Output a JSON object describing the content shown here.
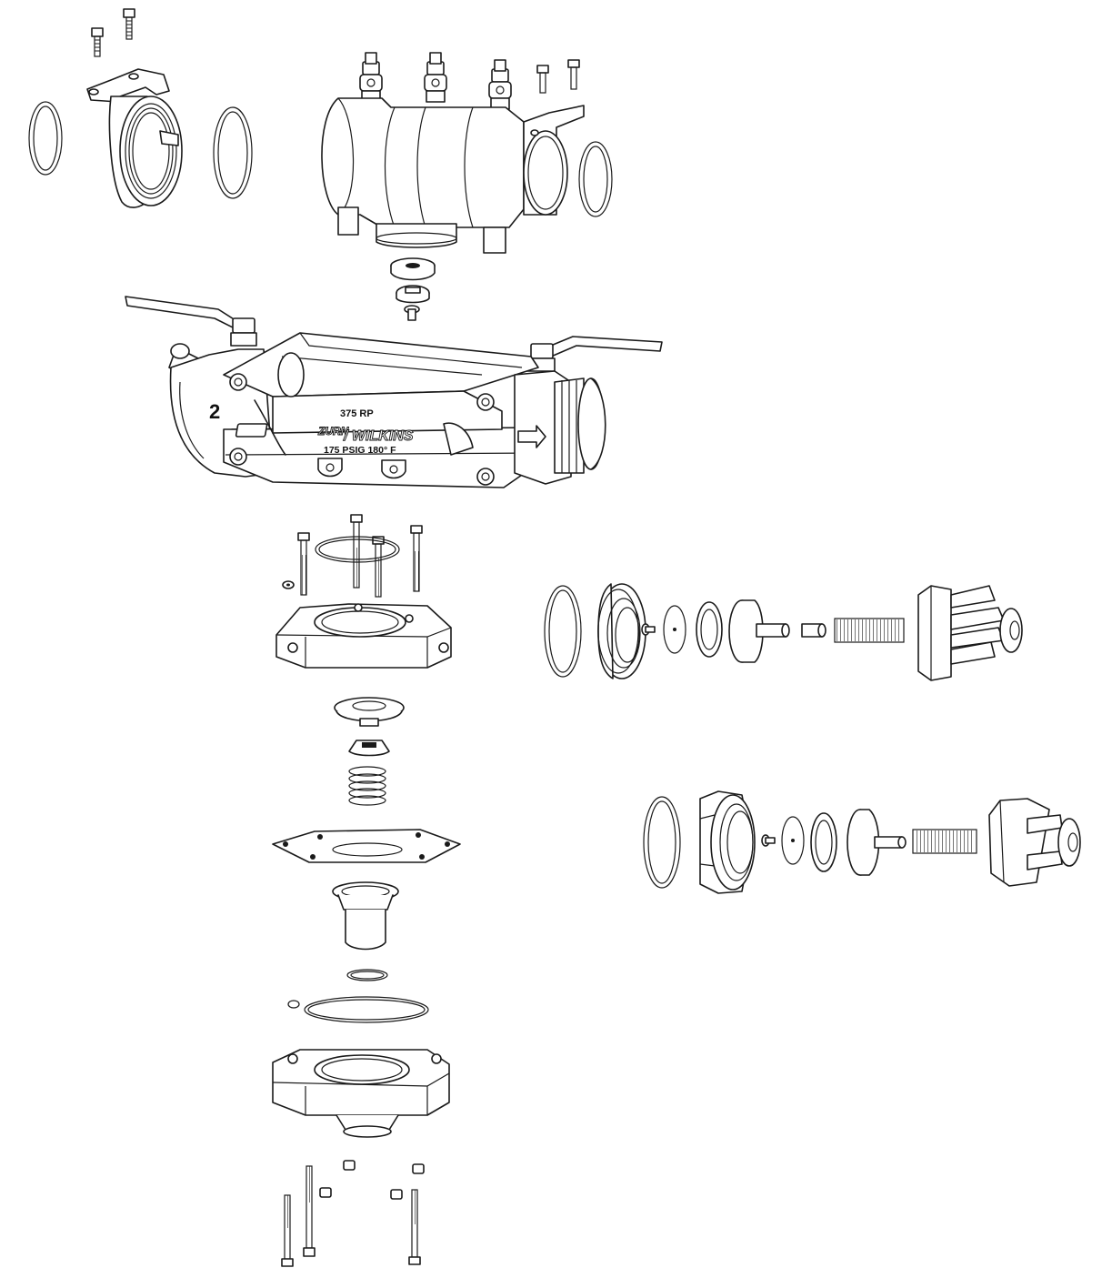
{
  "valve_body_labels": {
    "port_number": "2",
    "model": "375   RP",
    "brand_short": "ZURN",
    "brand_name": "/ WILKINS",
    "rating": "175 PSIG  180° F"
  },
  "colors": {
    "line": "#1a1a1a",
    "background": "#ffffff"
  }
}
